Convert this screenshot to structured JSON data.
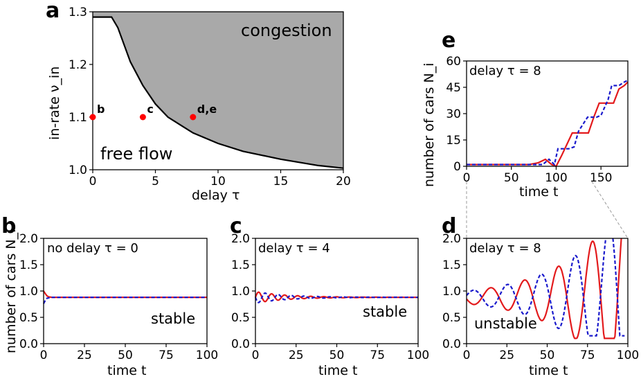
{
  "panels": {
    "a": {
      "letter": "a",
      "ylabel": "in-rate ν_in",
      "xlabel": "delay τ",
      "congestion": "congestion",
      "freeflow": "free flow"
    },
    "b": {
      "letter": "b",
      "ylabel": "number of cars N_i",
      "xlabel": "time t",
      "title": "no delay τ = 0",
      "state": "stable"
    },
    "c": {
      "letter": "c",
      "xlabel": "time t",
      "title": "delay τ = 4",
      "state": "stable"
    },
    "d": {
      "letter": "d",
      "xlabel": "time t",
      "title": "delay τ = 8",
      "state": "unstable"
    },
    "e": {
      "letter": "e",
      "ylabel": "number of cars N_i",
      "xlabel": "time t",
      "title": "delay τ = 8"
    }
  },
  "colors": {
    "red": "#e31a1c",
    "blue": "#1a1acc",
    "gray": "#a9a9a9",
    "dot": "#ff0000"
  },
  "chart_data": [
    {
      "id": "a",
      "type": "line",
      "xlabel": "delay τ",
      "ylabel": "in-rate ν_in",
      "xlim": [
        0,
        20
      ],
      "ylim": [
        1.0,
        1.3
      ],
      "xticks": [
        0,
        5,
        10,
        15,
        20
      ],
      "yticks": [
        1.0,
        1.1,
        1.2,
        1.3
      ],
      "boundary": {
        "x": [
          0,
          1.5,
          2.0,
          3.0,
          4.0,
          5.0,
          6.0,
          7.0,
          8.0,
          10.0,
          12.0,
          15.0,
          18.0,
          20.0
        ],
        "y": [
          1.29,
          1.29,
          1.27,
          1.205,
          1.16,
          1.125,
          1.1,
          1.085,
          1.07,
          1.05,
          1.035,
          1.02,
          1.008,
          1.003
        ]
      },
      "points": [
        {
          "label": "b",
          "x": 0,
          "y": 1.1
        },
        {
          "label": "c",
          "x": 4,
          "y": 1.1
        },
        {
          "label": "d,e",
          "x": 8,
          "y": 1.1
        }
      ],
      "regions": [
        "congestion",
        "free flow"
      ]
    },
    {
      "id": "b",
      "type": "line",
      "xlabel": "time t",
      "ylabel": "number of cars N_i",
      "xlim": [
        0,
        100
      ],
      "ylim": [
        0,
        2.0
      ],
      "xticks": [
        0,
        25,
        50,
        75,
        100
      ],
      "yticks": [
        0,
        0.5,
        1.0,
        1.5,
        2.0
      ],
      "annotation": "no delay τ = 0",
      "state": "stable",
      "series": [
        {
          "x": [
            0,
            1,
            2,
            3,
            5,
            100
          ],
          "y": [
            1.0,
            0.95,
            0.91,
            0.89,
            0.88,
            0.88
          ]
        },
        {
          "x": [
            0,
            1,
            2,
            3,
            5,
            100
          ],
          "y": [
            0.76,
            0.82,
            0.86,
            0.87,
            0.88,
            0.88
          ]
        }
      ]
    },
    {
      "id": "c",
      "type": "line",
      "xlabel": "time t",
      "xlim": [
        0,
        100
      ],
      "ylim": [
        0,
        2.0
      ],
      "xticks": [
        0,
        25,
        50,
        75,
        100
      ],
      "yticks": [
        0,
        0.5,
        1.0,
        1.5,
        2.0
      ],
      "annotation": "delay τ = 4",
      "state": "stable",
      "oscillation": {
        "center": 0.88,
        "amp0": 0.11,
        "decay": 0.05,
        "period": 8,
        "red_phase": 0,
        "blue_phase": 3.14
      }
    },
    {
      "id": "d",
      "type": "line",
      "xlabel": "time t",
      "xlim": [
        0,
        100
      ],
      "ylim": [
        0,
        2.0
      ],
      "xticks": [
        0,
        25,
        50,
        75,
        100
      ],
      "yticks": [
        0,
        0.5,
        1.0,
        1.5,
        2.0
      ],
      "annotation": "delay τ = 8",
      "state": "unstable",
      "oscillation": {
        "center": 0.88,
        "amp0": 0.12,
        "growth": 0.028,
        "period": 21,
        "red_phase": 3.4,
        "blue_phase": 0.3
      }
    },
    {
      "id": "e",
      "type": "line",
      "xlabel": "time t",
      "ylabel": "number of cars N_i",
      "xlim": [
        0,
        180
      ],
      "ylim": [
        0,
        60
      ],
      "xticks": [
        0,
        50,
        100,
        150
      ],
      "yticks": [
        0,
        15,
        30,
        45,
        60
      ],
      "annotation": "delay τ = 8",
      "series": [
        {
          "name": "",
          "x": [
            0,
            70,
            80,
            88,
            95,
            100,
            106,
            118,
            122,
            130,
            136,
            142,
            148,
            152,
            158,
            164,
            170,
            176,
            180
          ],
          "y": [
            1,
            1,
            2,
            4,
            1,
            0,
            6,
            19,
            19,
            19,
            19,
            28,
            36,
            36,
            36,
            36,
            44,
            46,
            48
          ]
        },
        {
          "name": "",
          "x": [
            0,
            85,
            92,
            98,
            102,
            110,
            114,
            120,
            125,
            135,
            140,
            145,
            150,
            158,
            162,
            165,
            170,
            176,
            180
          ],
          "y": [
            1,
            1,
            4,
            1,
            10,
            10,
            10,
            11,
            20,
            28,
            28,
            28,
            29,
            38,
            46,
            46,
            46,
            48,
            49
          ]
        }
      ]
    }
  ]
}
